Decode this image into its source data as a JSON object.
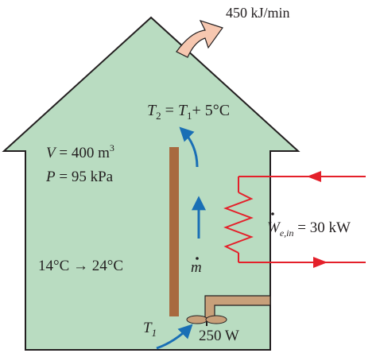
{
  "heat_loss": {
    "label": "450 kJ/min"
  },
  "outlet_temperature": {
    "text": "T₂ = T₁ + 5°C",
    "t2": "T",
    "t2_sub": "2",
    "eq": " = ",
    "t1": "T",
    "t1_sub": "1",
    "rest": "+ 5°C"
  },
  "volume": {
    "symbol": "V",
    "value": " = 400 m",
    "exp": "3"
  },
  "pressure": {
    "symbol": "P",
    "value": " = 95 kPa"
  },
  "temperature_change": {
    "label": "14°C → 24°C"
  },
  "mass_flow": {
    "symbol": "m"
  },
  "electric_work": {
    "symbol": "W",
    "sub": "e,in",
    "value": " = 30 kW"
  },
  "inlet_temperature": {
    "symbol": "T",
    "sub": "1"
  },
  "fan_power": {
    "label": "250 W"
  },
  "colors": {
    "house_fill": "#b9dcc1",
    "outline": "#231f20",
    "heater": "#e4202a",
    "wall_panel": "#a86a3f",
    "flow_arrow": "#1a6fb5",
    "heat_arrow": "#f6c7b0"
  }
}
